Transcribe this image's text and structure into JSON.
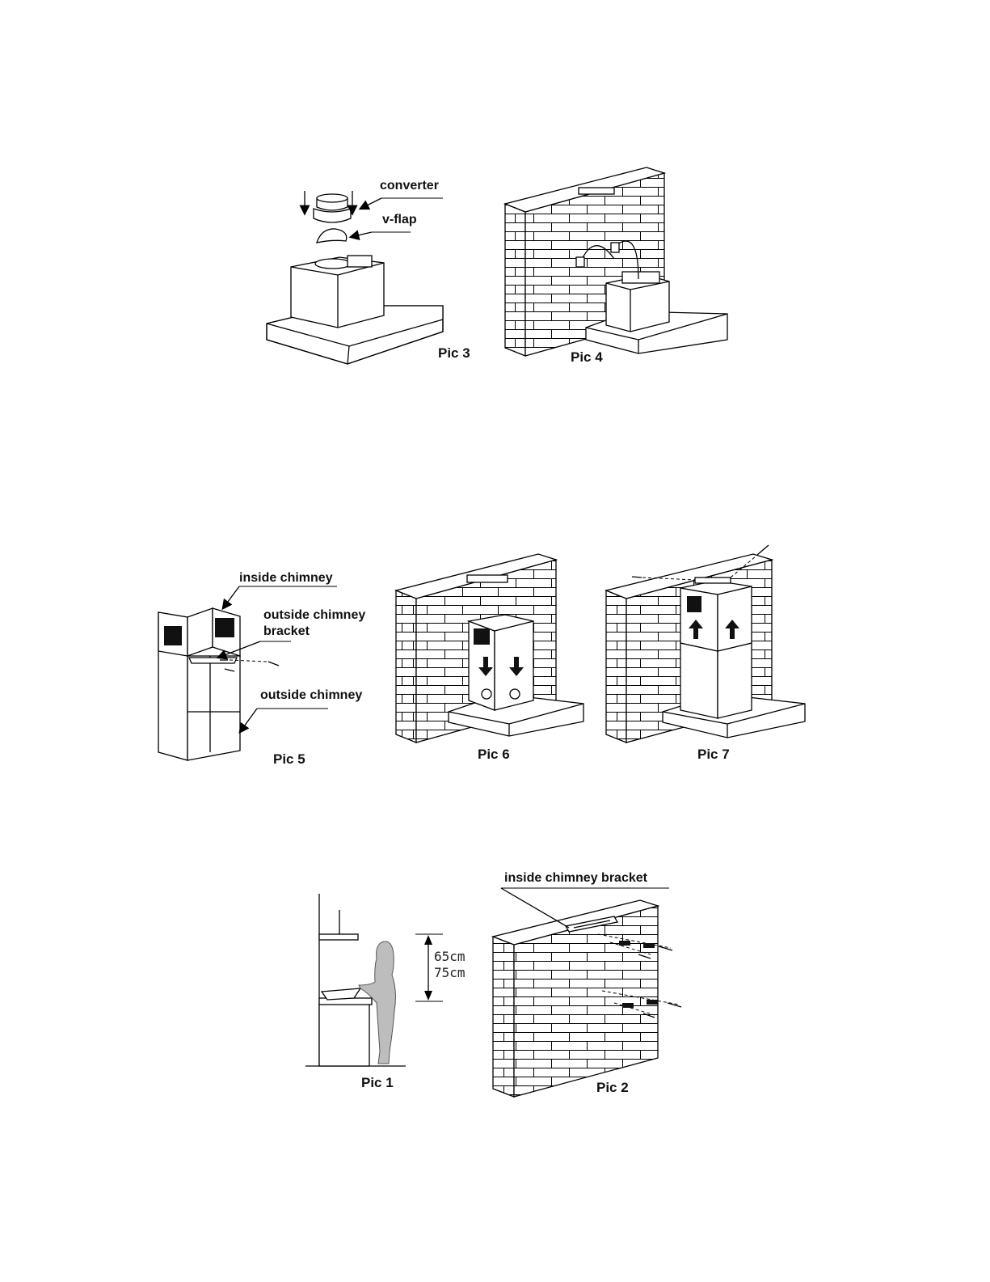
{
  "figures": {
    "pic3": {
      "caption": "Pic 3",
      "labels": {
        "converter": "converter",
        "vflap": "v-flap"
      }
    },
    "pic4": {
      "caption": "Pic 4"
    },
    "pic5": {
      "caption": "Pic 5",
      "labels": {
        "inside_chimney": "inside chimney",
        "outside_chimney_bracket_1": "outside chimney",
        "outside_chimney_bracket_2": "bracket",
        "outside_chimney": "outside chimney"
      }
    },
    "pic6": {
      "caption": "Pic 6"
    },
    "pic7": {
      "caption": "Pic 7"
    },
    "pic1": {
      "caption": "Pic 1",
      "labels": {
        "dim_min": "65cm",
        "dim_max": "75cm"
      }
    },
    "pic2": {
      "caption": "Pic 2",
      "labels": {
        "inside_chimney_bracket": "inside chimney bracket"
      }
    }
  }
}
